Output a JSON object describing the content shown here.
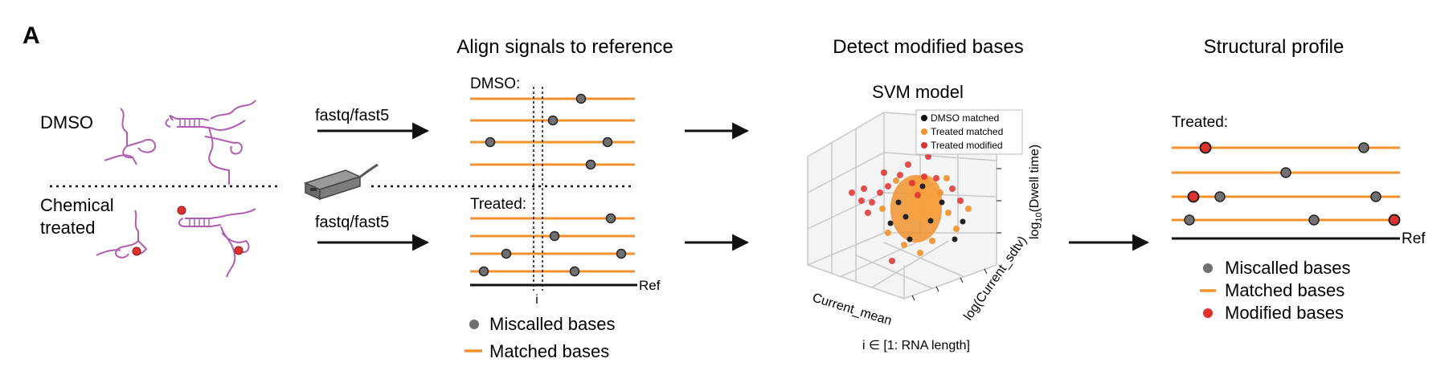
{
  "panel_label": "A",
  "steps": {
    "align_title": "Align signals to reference",
    "detect_title": "Detect modified bases",
    "profile_title": "Structural profile"
  },
  "conditions": {
    "dmso": "DMSO",
    "treated_line1": "Chemical",
    "treated_line2": "treated"
  },
  "arrows": {
    "dmso_label": "fastq/fast5",
    "treated_label": "fastq/fast5"
  },
  "alignment": {
    "dmso_label": "DMSO:",
    "treated_label": "Treated:",
    "ref_label": "Ref",
    "position_label": "i",
    "legend": {
      "miscalled": "Miscalled bases",
      "matched": "Matched bases"
    }
  },
  "svm": {
    "title": "SVM model",
    "legend": {
      "dmso": "DMSO matched",
      "treated_matched": "Treated matched",
      "treated_modified": "Treated modified"
    },
    "axes": {
      "x": "Current_mean",
      "y": "log(Current_sdtv)",
      "z_prefix": "log",
      "z_sub": "10",
      "z_suffix": "(Dwell time)"
    },
    "footnote": "i ∈ [1: RNA length]"
  },
  "profile": {
    "treated_label": "Treated:",
    "ref_label": "Ref",
    "legend": {
      "miscalled": "Miscalled bases",
      "matched": "Matched bases",
      "modified": "Modified bases"
    }
  },
  "colors": {
    "orange": "#f0922e",
    "grey": "#707070",
    "red": "#e03030",
    "purple": "#b05cb0",
    "black": "#111111"
  }
}
